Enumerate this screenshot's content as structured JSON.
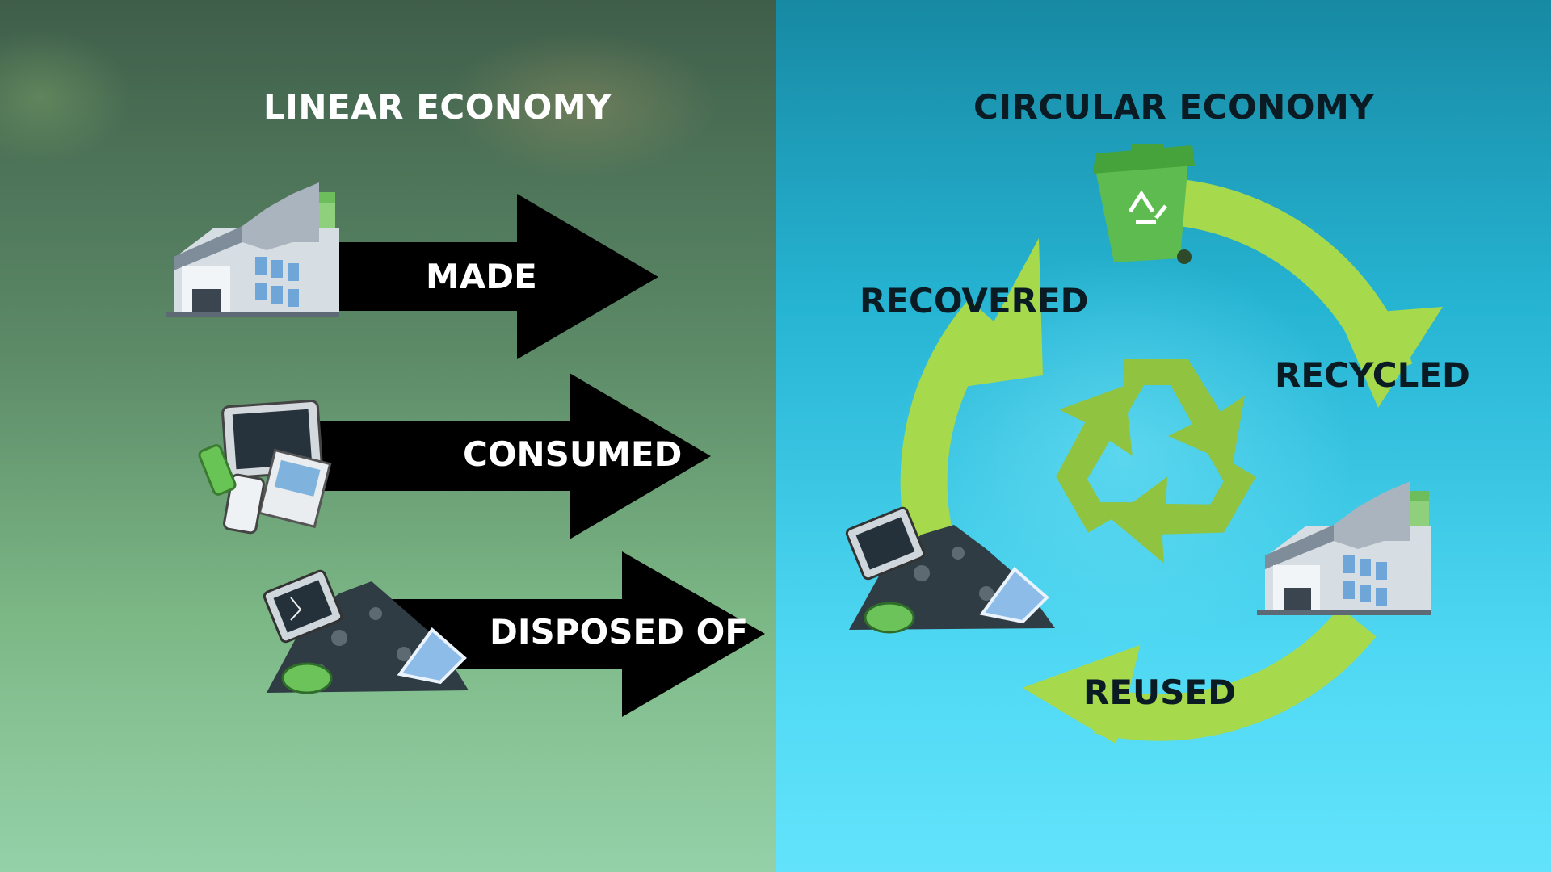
{
  "linear": {
    "title": "LINEAR ECONOMY",
    "steps": [
      {
        "label": "MADE",
        "icon": "factory-icon"
      },
      {
        "label": "CONSUMED",
        "icon": "devices-icon"
      },
      {
        "label": "DISPOSED OF",
        "icon": "waste-pile-icon"
      }
    ]
  },
  "circular": {
    "title": "CIRCULAR ECONOMY",
    "stages": [
      "RECOVERED",
      "RECYCLED",
      "REUSED"
    ],
    "icons": [
      "recycling-bin-icon",
      "factory-icon",
      "waste-pile-icon",
      "recycle-symbol-icon"
    ]
  },
  "colors": {
    "arrow_black": "#000000",
    "cycle_green": "#a6d94c",
    "recycle_green": "#8fc340",
    "bin_green": "#5dbb50"
  }
}
